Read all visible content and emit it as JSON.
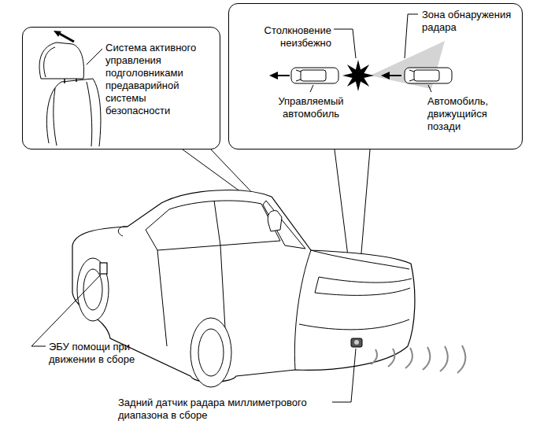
{
  "diagram": {
    "nodes": [
      {
        "text": [
          "Система активного управления подголовниками предаварийной системы безопасности"
        ]
      },
      {
        "text": [
          "Столкновение неизбежно",
          "Зона обнаружения радара",
          "Управляемый автомобиль",
          "Автомобиль, движущийся позади"
        ]
      }
    ],
    "labels": [
      "ЭБУ помощи при движении в сборе",
      "Задний датчик радара миллиметрового диапазона в сборе"
    ]
  }
}
